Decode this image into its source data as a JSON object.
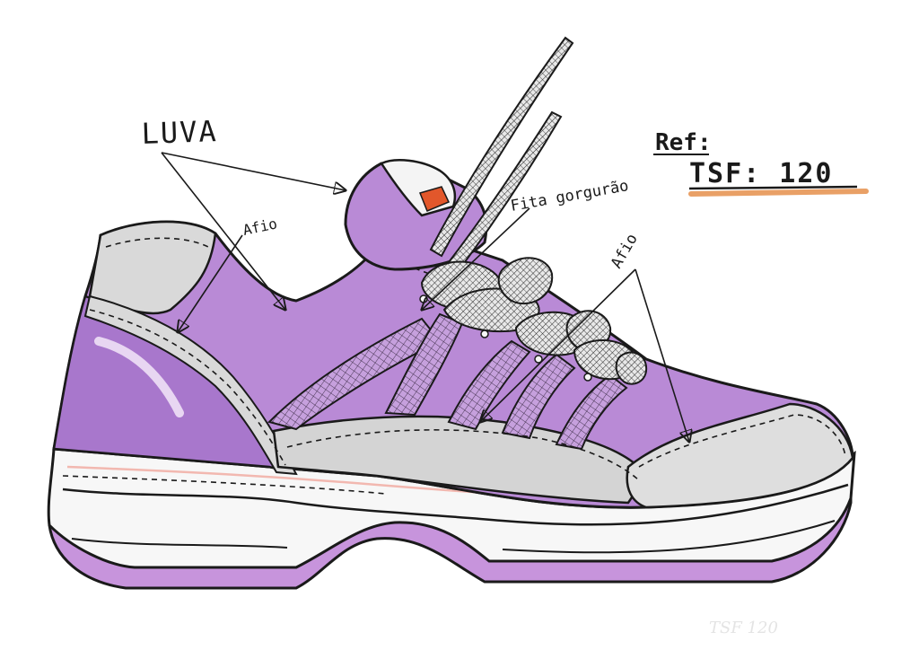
{
  "annotations": {
    "luva": "LUVA",
    "afio_left": "Afio",
    "fita": "Fita gorgurão",
    "afio_right": "Afio"
  },
  "reference": {
    "label": "Ref:",
    "code": "TSF: 120"
  },
  "signature": "TSF 120",
  "colors": {
    "upper_purple": "#b98ad6",
    "upper_purple_dark": "#9a63c2",
    "panel_grey": "#d9d9d9",
    "sole_white": "#f7f7f7",
    "outsole_purple": "#c794dc",
    "heel_tab_orange": "#e2572b",
    "underline_orange": "#e9a066",
    "ink": "#1a1a1a"
  }
}
